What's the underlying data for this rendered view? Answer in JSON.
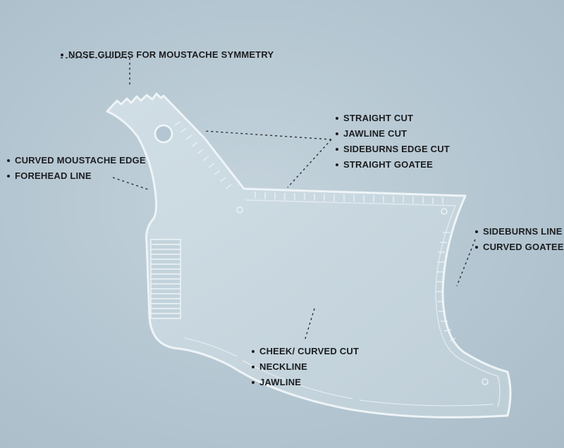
{
  "callouts": {
    "nose": {
      "items": [
        "NOSE GUIDES FOR MOUSTACHE SYMMETRY"
      ]
    },
    "moustache": {
      "items": [
        "CURVED MOUSTACHE EDGE",
        "FOREHEAD LINE"
      ]
    },
    "straight": {
      "items": [
        "STRAIGHT CUT",
        "JAWLINE CUT",
        "SIDEBURNS EDGE CUT",
        "STRAIGHT GOATEE"
      ]
    },
    "sideburns": {
      "items": [
        "SIDEBURNS LINE",
        "CURVED GOATEE"
      ]
    },
    "cheek": {
      "items": [
        "CHEEK/ CURVED CUT",
        "NECKLINE",
        "JAWLINE"
      ]
    }
  },
  "colors": {
    "background": "#b5c7d2",
    "tool_fill": "#c9d8e0",
    "tool_edge": "#eef4f7",
    "text": "#1b1d1f"
  }
}
